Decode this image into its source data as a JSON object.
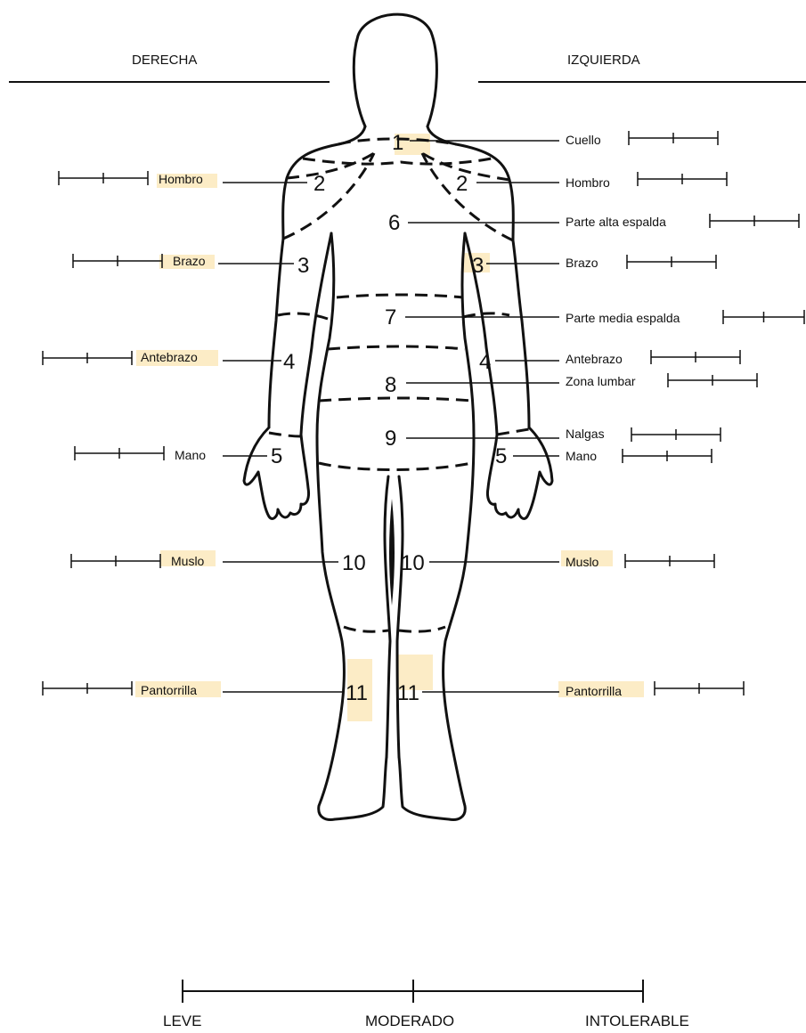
{
  "header": {
    "right_side": "DERECHA",
    "left_side": "IZQUIERDA"
  },
  "zones": [
    "1",
    "2",
    "2",
    "3",
    "3",
    "4",
    "4",
    "5",
    "5",
    "6",
    "7",
    "8",
    "9",
    "10",
    "10",
    "11",
    "11"
  ],
  "right_labels": {
    "hombro": "Hombro",
    "brazo": "Brazo",
    "antebrazo": "Antebrazo",
    "mano": "Mano",
    "muslo": "Muslo",
    "pantorrilla": "Pantorrilla"
  },
  "left_labels": {
    "cuello": "Cuello",
    "hombro": "Hombro",
    "parte_alta_espalda": "Parte alta espalda",
    "brazo": "Brazo",
    "parte_media_espalda": "Parte media espalda",
    "antebrazo": "Antebrazo",
    "zona_lumbar": "Zona lumbar",
    "nalgas": "Nalgas",
    "mano": "Mano",
    "muslo": "Muslo",
    "pantorrilla": "Pantorrilla"
  },
  "scale": {
    "low": "LEVE",
    "mid": "MODERADO",
    "high": "INTOLERABLE"
  }
}
